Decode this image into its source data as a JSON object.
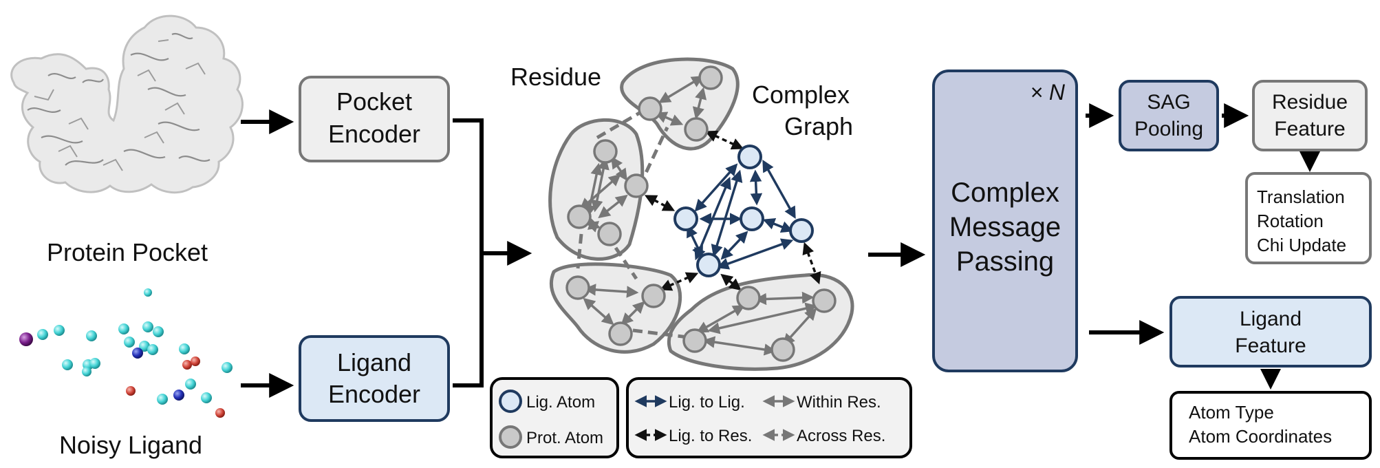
{
  "protein_pocket": {
    "label": "Protein Pocket"
  },
  "noisy_ligand": {
    "label": "Noisy Ligand"
  },
  "pocket_encoder": {
    "line1": "Pocket",
    "line2": "Encoder"
  },
  "ligand_encoder": {
    "line1": "Ligand",
    "line2": "Encoder"
  },
  "graph": {
    "residue_label": "Residue",
    "complex_graph_line1": "Complex",
    "complex_graph_line2": "Graph"
  },
  "legend_nodes": {
    "lig_atom": "Lig. Atom",
    "prot_atom": "Prot. Atom"
  },
  "legend_edges": {
    "lig_to_lig": "Lig. to Lig.",
    "within_res": "Within Res.",
    "lig_to_res": "Lig. to Res.",
    "across_res": "Across Res."
  },
  "message_passing": {
    "line1": "Complex",
    "line2": "Message",
    "line3": "Passing",
    "repeat": "× N"
  },
  "sag_pooling": {
    "line1": "SAG",
    "line2": "Pooling"
  },
  "residue_feature": {
    "line1": "Residue",
    "line2": "Feature"
  },
  "residue_outputs": {
    "line1": "Translation",
    "line2": "Rotation",
    "line3": "Chi Update"
  },
  "ligand_feature": {
    "line1": "Ligand",
    "line2": "Feature"
  },
  "ligand_outputs": {
    "line1": "Atom Type",
    "line2": "Atom Coordinates"
  },
  "colors": {
    "ligand_fill": "#dce8f5",
    "ligand_stroke": "#1f3a5f",
    "protein_fill": "#c9c9c9",
    "protein_stroke": "#777777",
    "message_passing_fill": "#c5cbe0",
    "pocket_box_fill": "#efefef",
    "atom_cyan": "#45d4d6",
    "atom_red": "#d2473b",
    "atom_blue": "#2431b8",
    "atom_purple": "#7a1f8c"
  }
}
